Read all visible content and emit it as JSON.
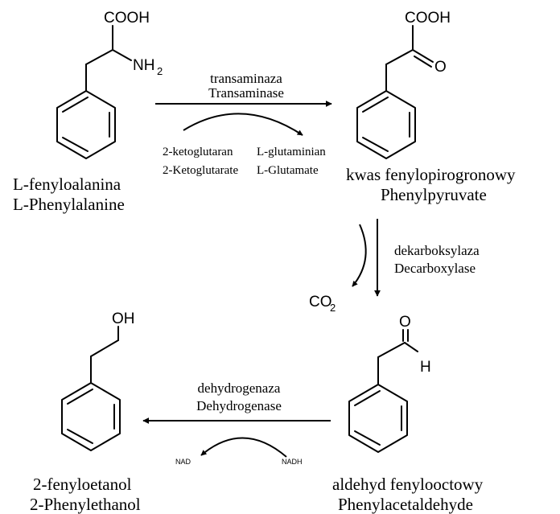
{
  "colors": {
    "ink": "#000000",
    "background": "#ffffff"
  },
  "compounds": {
    "phenylalanine": {
      "groups": {
        "cooh": "COOH",
        "nh": "NH",
        "nh_sub": "2"
      },
      "name_pl": "L-fenyloalanina",
      "name_en": "L-Phenylalanine"
    },
    "phenylpyruvate": {
      "groups": {
        "cooh": "COOH",
        "o": "O"
      },
      "name_pl": "kwas fenylopirogronowy",
      "name_en": "Phenylpyruvate"
    },
    "phenylacetaldehyde": {
      "groups": {
        "o": "O",
        "h": "H"
      },
      "name_pl": "aldehyd fenylooctowy",
      "name_en": "Phenylacetaldehyde"
    },
    "phenylethanol": {
      "groups": {
        "oh": "OH"
      },
      "name_pl": "2-fenyloetanol",
      "name_en": "2-Phenylethanol"
    }
  },
  "reactions": {
    "transamination": {
      "enzyme_pl": "transaminaza",
      "enzyme_en": "Transaminase",
      "cosubstrate_pl": "2-ketoglutaran",
      "cosubstrate_en": "2-Ketoglutarate",
      "coproduct_pl": "L-glutaminian",
      "coproduct_en": "L-Glutamate"
    },
    "decarboxylation": {
      "enzyme_pl": "dekarboksylaza",
      "enzyme_en": "Decarboxylase",
      "released": "CO",
      "released_sub": "2"
    },
    "dehydrogenation": {
      "enzyme_pl": "dehydrogenaza",
      "enzyme_en": "Dehydrogenase",
      "cofactor_in": "NADH",
      "cofactor_out": "NAD"
    }
  }
}
